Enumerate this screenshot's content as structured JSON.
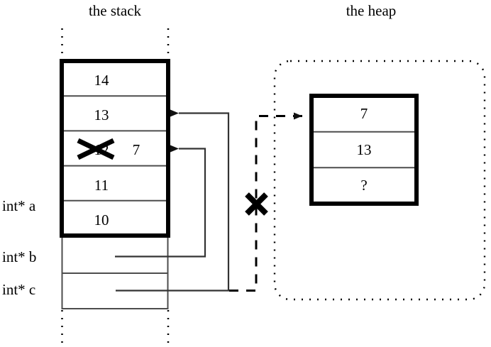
{
  "figure": {
    "type": "memory-diagram",
    "description": "Stack and heap memory diagram showing pointers a, b, c; stack value 12 crossed out and replaced by 7; dashed pointer from c to heap block crossed out."
  },
  "stack": {
    "title": "the stack",
    "cells": [
      {
        "value": "14",
        "struck": false,
        "replacement": ""
      },
      {
        "value": "13",
        "struck": false,
        "replacement": ""
      },
      {
        "value": "12",
        "struck": true,
        "replacement": "7"
      },
      {
        "value": "11",
        "struck": false,
        "replacement": ""
      },
      {
        "value": "10",
        "struck": false,
        "replacement": ""
      }
    ],
    "pointer_rows": [
      {
        "label": "int* b"
      },
      {
        "label": "int* c"
      }
    ],
    "labels": {
      "a": "int* a",
      "b": "int* b",
      "c": "int* c"
    }
  },
  "heap": {
    "title": "the heap",
    "cells": [
      {
        "value": "7"
      },
      {
        "value": "13"
      },
      {
        "value": "?"
      }
    ]
  },
  "annotations": {
    "struck_value_mark": "x-cross-mark",
    "broken_pointer_mark": "x-cross-mark"
  },
  "colors": {
    "ink": "#000000",
    "background": "#ffffff",
    "rule": "#4d4d4d"
  }
}
